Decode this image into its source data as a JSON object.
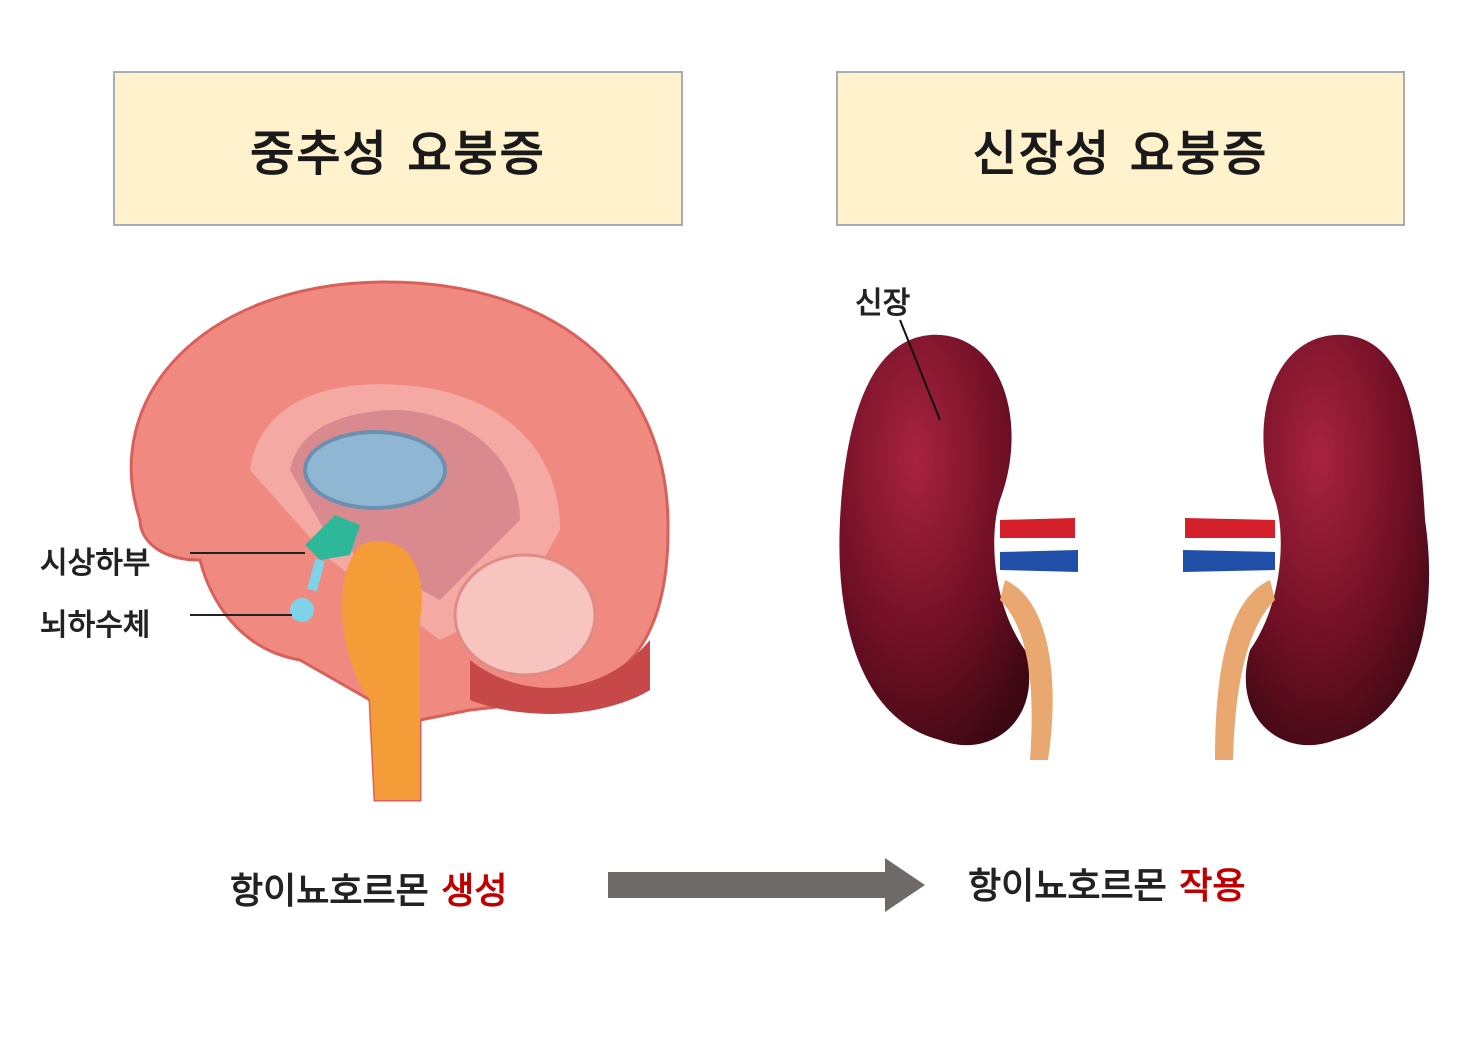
{
  "headers": {
    "central": "중추성 요붕증",
    "renal": "신장성 요붕증"
  },
  "labels": {
    "hypothalamus": "시상하부",
    "pituitary": "뇌하수체",
    "kidney": "신장"
  },
  "captions": {
    "left_prefix": "항이뇨호르몬",
    "left_highlight": "생성",
    "right_prefix": "항이뇨호르몬",
    "right_highlight": "작용"
  },
  "colors": {
    "header_bg": "#fff2cc",
    "highlight": "#c00000",
    "arrow": "#6f6a6a"
  }
}
